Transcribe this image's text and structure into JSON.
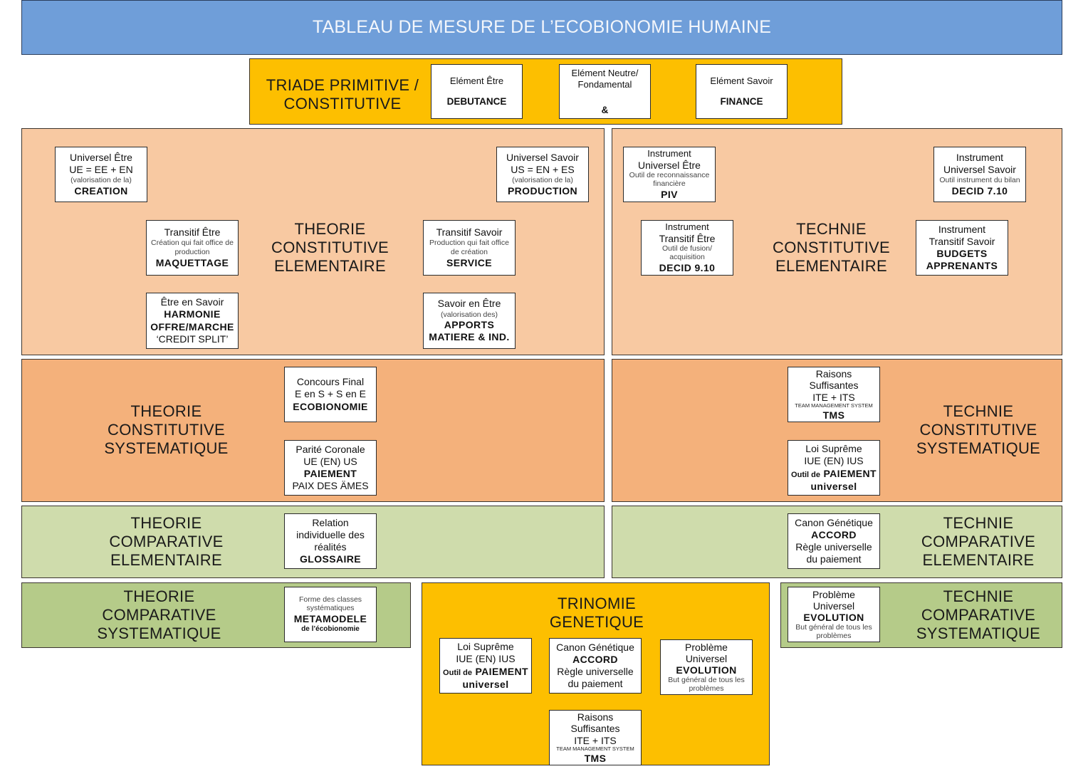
{
  "title": "TABLEAU DE MESURE DE L’ECOBIONOMIE HUMAINE",
  "triade": {
    "label_line1": "TRIADE PRIMITIVE /",
    "label_line2": "CONSTITUTIVE",
    "elements": [
      {
        "line1": "Elément Être",
        "line2": "DEBUTANCE"
      },
      {
        "line1": "Elément Neutre/",
        "line1b": "Fondamental",
        "line2": "&"
      },
      {
        "line1": "Elément Savoir",
        "line2": "FINANCE"
      }
    ]
  },
  "theorie_constitutive_elementaire": {
    "title": [
      "THEORIE",
      "CONSTITUTIVE",
      "ELEMENTAIRE"
    ],
    "boxes": {
      "universel_etre": [
        "Universel Être",
        "UE = EE + EN",
        "(valorisation de la)",
        "CREATION"
      ],
      "universel_savoir": [
        "Universel Savoir",
        "US = EN + ES",
        "(valorisation de la)",
        "PRODUCTION"
      ],
      "transitif_etre": [
        "Transitif  Être",
        "Création qui fait office de",
        "production",
        "MAQUETTAGE"
      ],
      "transitif_savoir": [
        "Transitif  Savoir",
        "Production qui fait office",
        "de création",
        "SERVICE"
      ],
      "etre_en_savoir": [
        "Être en Savoir",
        "HARMONIE",
        "OFFRE/MARCHE",
        "‘CREDIT SPLIT’"
      ],
      "savoir_en_etre": [
        "Savoir en Être",
        "(valorisation des)",
        "APPORTS",
        "MATIERE & IND."
      ]
    }
  },
  "technie_constitutive_elementaire": {
    "title": [
      "TECHNIE",
      "CONSTITUTIVE",
      "ELEMENTAIRE"
    ],
    "boxes": {
      "instr_universel_etre": [
        "Instrument",
        "Universel Être",
        "Outil de reconnaissance",
        "financière",
        "PIV"
      ],
      "instr_universel_savoir": [
        "Instrument",
        "Universel Savoir",
        "Outil instrument du bilan",
        "DECID 7.10"
      ],
      "instr_transitif_etre": [
        "Instrument",
        "Transitif Être",
        "Outil de fusion/",
        "acquisition",
        "DECID 9.10"
      ],
      "instr_transitif_savoir": [
        "Instrument",
        "Transitif Savoir",
        "BUDGETS",
        "APPRENANTS"
      ]
    }
  },
  "theorie_constitutive_systematique": {
    "title": [
      "THEORIE",
      "CONSTITUTIVE",
      "SYSTEMATIQUE"
    ],
    "boxes": {
      "concours_final": [
        "Concours Final",
        "E en S + S en E",
        "ECOBIONOMIE"
      ],
      "parite_coronale": [
        "Parité Coronale",
        "UE (EN) US",
        "PAIEMENT",
        "PAIX DES ÄMES"
      ]
    }
  },
  "technie_constitutive_systematique": {
    "title": [
      "TECHNIE",
      "CONSTITUTIVE",
      "SYSTEMATIQUE"
    ],
    "boxes": {
      "raisons_suffisantes": [
        "Raisons",
        "Suffisantes",
        "ITE + ITS",
        "TEAM MANAGEMENT SYSTEM",
        "TMS"
      ],
      "loi_supreme": [
        "Loi Suprême",
        "IUE (EN) IUS",
        "Outil de",
        "PAIEMENT",
        "universel"
      ]
    }
  },
  "theorie_comparative_elementaire": {
    "title": [
      "THEORIE",
      "COMPARATIVE",
      "ELEMENTAIRE"
    ],
    "box": [
      "Relation",
      "individuelle des",
      "réalités",
      "GLOSSAIRE"
    ]
  },
  "technie_comparative_elementaire": {
    "title": [
      "TECHNIE",
      "COMPARATIVE",
      "ELEMENTAIRE"
    ],
    "box": [
      "Canon Génétique",
      "ACCORD",
      "Règle universelle",
      "du paiement"
    ]
  },
  "theorie_comparative_systematique": {
    "title": [
      "THEORIE",
      "COMPARATIVE",
      "SYSTEMATIQUE"
    ],
    "box": [
      "Forme des classes",
      "systématiques",
      "METAMODELE",
      "de l’écobionomie"
    ]
  },
  "technie_comparative_systematique": {
    "title": [
      "TECHNIE",
      "COMPARATIVE",
      "SYSTEMATIQUE"
    ],
    "box": [
      "Problème",
      "Universel",
      "EVOLUTION",
      "But général de tous les",
      "problèmes"
    ]
  },
  "trinomie_genetique": {
    "title": [
      "TRINOMIE",
      "GENETIQUE"
    ],
    "boxes": {
      "loi_supreme": [
        "Loi Suprême",
        "IUE (EN) IUS",
        "Outil de",
        "PAIEMENT",
        "universel"
      ],
      "canon_genetique": [
        "Canon Génétique",
        "ACCORD",
        "Règle universelle",
        "du paiement"
      ],
      "probleme_universel": [
        "Problème",
        "Universel",
        "EVOLUTION",
        "But général de tous les",
        "problèmes"
      ],
      "raisons_suffisantes": [
        "Raisons",
        "Suffisantes",
        "ITE + ITS",
        "TEAM MANAGEMENT SYSTEM",
        "TMS"
      ]
    }
  },
  "colors": {
    "title_bar": "#6f9ed9",
    "peach": "#f8c9a2",
    "orange": "#f4b17b",
    "light_green": "#cfdcac",
    "green": "#b5cb89",
    "gold": "#fdbf00"
  }
}
